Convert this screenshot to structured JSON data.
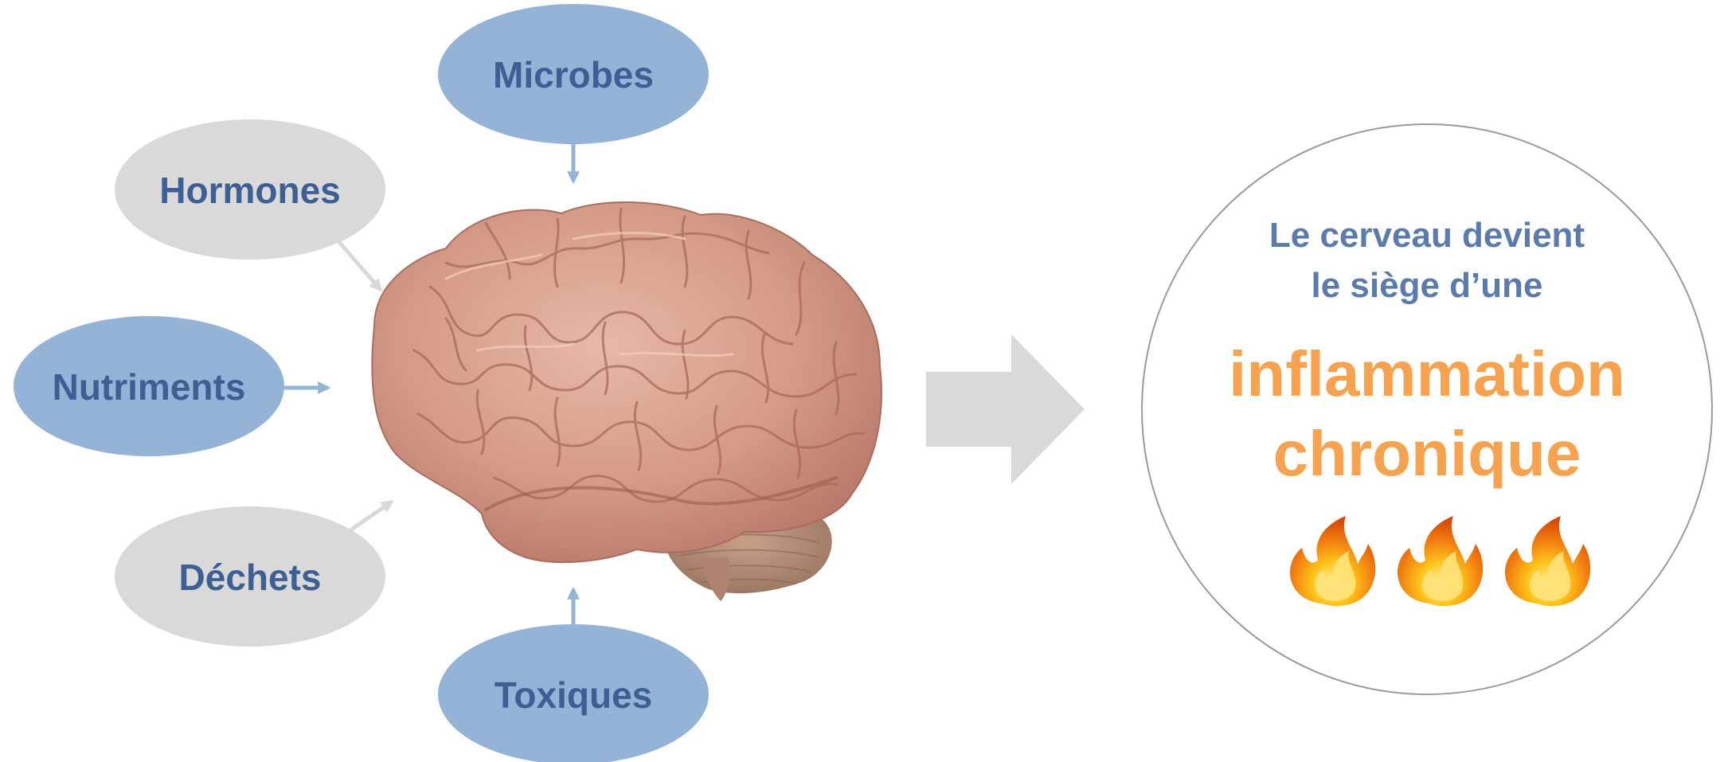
{
  "inputs": {
    "microbes": "Microbes",
    "hormones": "Hormones",
    "nutriments": "Nutriments",
    "dechets": "Déchets",
    "toxiques": "Toxiques"
  },
  "result": {
    "line1": "Le cerveau devient",
    "line2": "le siège d’une",
    "emphasis1": "inflammation",
    "emphasis2": "chronique"
  },
  "icons": {
    "center": "brain-image",
    "flames": [
      "flame-icon",
      "flame-icon",
      "flame-icon"
    ],
    "transition": "arrow-right-icon"
  },
  "colors": {
    "blue_ellipse": "#95b3d7",
    "gray_ellipse": "#d9d9d9",
    "label_text": "#3d5f93",
    "result_text": "#5a7bab",
    "emphasis_text": "#f6a24e",
    "big_arrow": "#d9d9d9"
  }
}
